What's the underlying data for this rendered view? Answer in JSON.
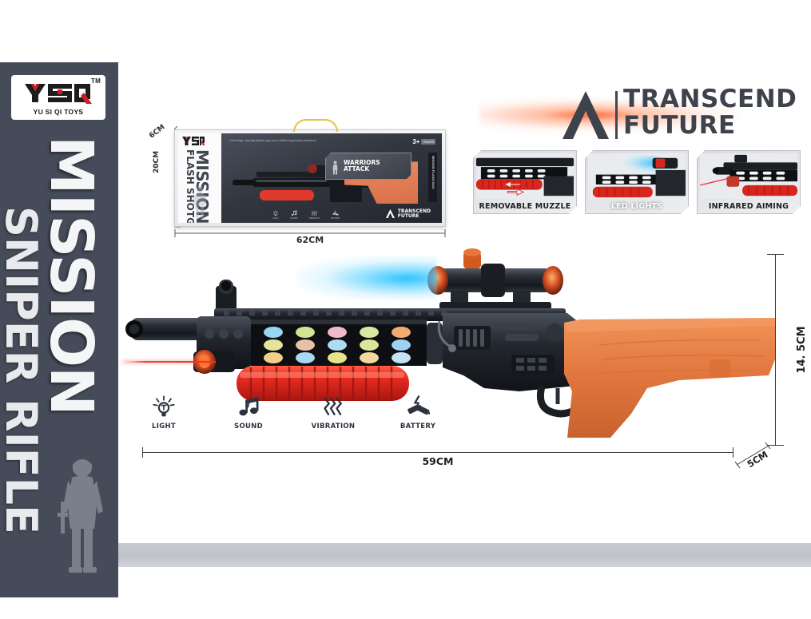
{
  "brand": {
    "logo_text": "YSQ",
    "logo_sub": "YU SI QI TOYS",
    "trademark": "TM"
  },
  "sidebar": {
    "title_main": "MISSION",
    "title_sub": "SNIPER RIFLE",
    "soldier_icon": "soldier-silhouette-icon",
    "bg_color": "#454b58"
  },
  "header": {
    "brand_line1": "TRANSCEND",
    "brand_line2": "FUTURE",
    "chevron_icon": "chevron-logo-icon",
    "glow_color": "#ff4614"
  },
  "box_mockup": {
    "panel_logo": "YSQ",
    "panel_title": "MISSION",
    "panel_subtitle": "FLASH SHOTGUN",
    "badge_title_line1": "WARRIORS",
    "badge_title_line2": "ATTACK",
    "age_rating": "3+",
    "age_note": "YEARS",
    "side_tag": "MISSION FLASH GUN",
    "brand_line1": "TRANSCEND",
    "brand_line2": "FUTURE",
    "copy_text": "Cool design, dazzling lighting, give your a different gameplay experience.",
    "handle_icon": "carry-handle-icon",
    "icons": [
      {
        "name": "light-icon",
        "label": "LIGHT"
      },
      {
        "name": "sound-icon",
        "label": "SOUND"
      },
      {
        "name": "vibration-icon",
        "label": "VIBRATION"
      },
      {
        "name": "battery-icon",
        "label": "BATTERY"
      }
    ],
    "dimensions": {
      "width": "62CM",
      "height": "20CM",
      "depth": "6CM"
    }
  },
  "feature_thumbs": [
    {
      "label": "REMOVABLE MUZZLE",
      "name": "thumb-removable-muzzle",
      "style": "dark"
    },
    {
      "label": "LED  LIGHTS",
      "name": "thumb-led-lights",
      "style": "led"
    },
    {
      "label": "INFRARED AIMING",
      "name": "thumb-infrared-aiming",
      "style": "dark"
    }
  ],
  "product": {
    "name": "mission-sniper-rifle",
    "body_color": "#1c1e22",
    "stock_color": "#e2783f",
    "grip_color": "#e02b22",
    "laser_color": "#e8392c",
    "muzzle_flash_color": "#1ebeff",
    "led_colors": [
      "#7fd8ff",
      "#d6f08a",
      "#ffb3c8",
      "#ffd27f",
      "#ffa76b",
      "#e8f59a",
      "#f2c9a8",
      "#a8e4ff",
      "#fff0a0",
      "#bde8ff",
      "#ffd9a0",
      "#9fe0ff",
      "#f7e98a",
      "#ffe9a8",
      "#b6e8ff"
    ]
  },
  "feature_icons": [
    {
      "name": "light-icon",
      "label": "LIGHT"
    },
    {
      "name": "sound-icon",
      "label": "SOUND"
    },
    {
      "name": "vibration-icon",
      "label": "VIBRATION"
    },
    {
      "name": "battery-icon",
      "label": "BATTERY"
    }
  ],
  "dimensions": {
    "length": "59CM",
    "height": "14. 5CM",
    "depth": "5CM"
  }
}
